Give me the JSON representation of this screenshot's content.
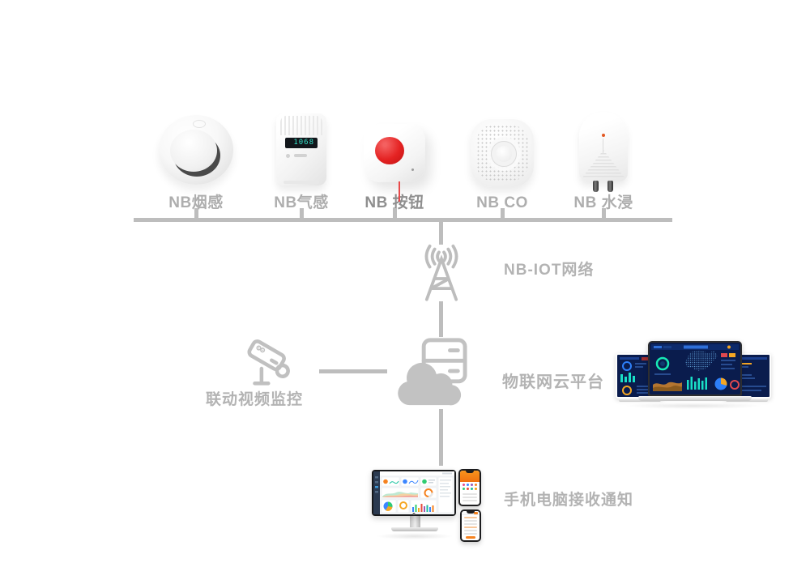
{
  "diagram": {
    "devices": [
      {
        "label": "NB烟感",
        "icon": "smoke-detector-icon"
      },
      {
        "label": "NB气感",
        "icon": "gas-sensor-icon",
        "display_value": "1068"
      },
      {
        "label": "NB 按钮",
        "icon": "emergency-button-icon"
      },
      {
        "label": "NB CO",
        "icon": "co-detector-icon"
      },
      {
        "label": "NB 水浸",
        "icon": "water-leak-sensor-icon"
      }
    ],
    "nodes": {
      "network": {
        "label": "NB-IOT网络",
        "icon": "radio-tower-icon"
      },
      "video": {
        "label": "联动视频监控",
        "icon": "cctv-camera-icon"
      },
      "cloud": {
        "label": "物联网云平台",
        "icon": "cloud-server-icon"
      },
      "notify": {
        "label": "手机电脑接收通知",
        "icon": "desktop-and-phones"
      }
    },
    "connections": [
      {
        "from": "device-bus",
        "to": "nbiot-network"
      },
      {
        "from": "nbiot-network",
        "to": "iot-cloud-platform"
      },
      {
        "from": "video-monitoring",
        "to": "iot-cloud-platform"
      },
      {
        "from": "iot-cloud-platform",
        "to": "notification-endpoints"
      }
    ],
    "colors": {
      "line_gray": "#bdbdbd",
      "label_gray": "#aeaeae",
      "alert_red": "#e42222",
      "dashboard_navy": "#0a1c4d",
      "accent_teal": "#19e0c8",
      "accent_orange": "#f5821f",
      "accent_blue": "#2d7ff9"
    }
  }
}
